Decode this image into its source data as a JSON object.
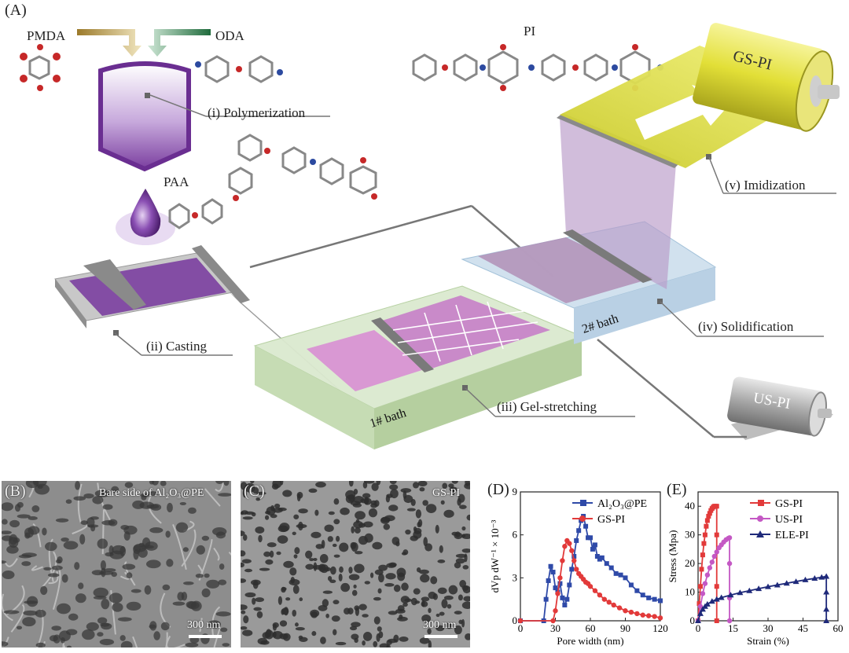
{
  "panelA": {
    "label": "(A)",
    "reagents": {
      "left": "PMDA",
      "right": "ODA"
    },
    "polymer_top": "PI",
    "intermediate": "PAA",
    "steps": [
      "(i) Polymerization",
      "(ii) Casting",
      "(iii) Gel-stretching",
      "(iv) Solidification",
      "(v) Imidization"
    ],
    "baths": [
      "1# bath",
      "2# bath"
    ],
    "rolls": [
      "GS-PI",
      "US-PI"
    ],
    "colors": {
      "purple": "#7b3fa0",
      "yellow": "#d8d83a",
      "bath1": "#cfe3c3",
      "bath2": "#bcd6ea",
      "gray": "#7a7a7a"
    }
  },
  "panelB": {
    "label": "(B)",
    "caption": "Bare side of Al₂O₃@PE",
    "scale": "300 nm"
  },
  "panelC": {
    "label": "(C)",
    "caption": "GS-PI",
    "scale": "300 nm"
  },
  "panelD": {
    "label": "(D)",
    "chart_data": {
      "type": "line",
      "xlabel": "Pore width (nm)",
      "ylabel": "dVp dW⁻¹ × 10⁻³",
      "xlim": [
        0,
        120
      ],
      "ylim": [
        0,
        9
      ],
      "xticks": [
        0,
        30,
        60,
        90,
        120
      ],
      "yticks": [
        0,
        3,
        6,
        9
      ],
      "legend": "top-right",
      "series": [
        {
          "name": "Al₂O₃@PE",
          "color": "#2f4aa8",
          "marker": "square",
          "x": [
            0,
            20,
            22,
            24,
            26,
            28,
            30,
            32,
            34,
            36,
            38,
            40,
            42,
            44,
            46,
            48,
            50,
            52,
            54,
            56,
            58,
            60,
            62,
            64,
            66,
            68,
            70,
            74,
            78,
            82,
            86,
            90,
            95,
            100,
            105,
            110,
            115,
            120
          ],
          "y": [
            0,
            0,
            1.5,
            2.8,
            3.8,
            3.4,
            2.3,
            2.0,
            2.6,
            1.6,
            1.1,
            1.5,
            2.5,
            3.6,
            4.5,
            5.6,
            6.3,
            7.0,
            7.3,
            6.6,
            5.8,
            5.8,
            5.0,
            5.3,
            4.5,
            4.3,
            4.4,
            4.0,
            3.7,
            3.3,
            3.2,
            3.0,
            2.5,
            2.1,
            1.8,
            1.6,
            1.5,
            1.4
          ]
        },
        {
          "name": "GS-PI",
          "color": "#e23a3a",
          "marker": "circle",
          "x": [
            0,
            28,
            30,
            32,
            34,
            36,
            38,
            40,
            42,
            44,
            46,
            48,
            50,
            52,
            54,
            56,
            58,
            60,
            64,
            68,
            72,
            76,
            80,
            85,
            90,
            95,
            100,
            105,
            110,
            115,
            120
          ],
          "y": [
            0,
            0,
            0.7,
            1.9,
            3.0,
            4.2,
            5.2,
            5.6,
            5.4,
            4.9,
            4.2,
            3.6,
            3.3,
            3.1,
            2.9,
            2.7,
            2.6,
            2.4,
            2.1,
            1.8,
            1.5,
            1.3,
            1.1,
            0.9,
            0.7,
            0.6,
            0.5,
            0.4,
            0.35,
            0.3,
            0.2
          ]
        }
      ]
    }
  },
  "panelE": {
    "label": "(E)",
    "chart_data": {
      "type": "line",
      "xlabel": "Strain (%)",
      "ylabel": "Stress (Mpa)",
      "xlim": [
        0,
        60
      ],
      "ylim": [
        0,
        45
      ],
      "xticks": [
        0,
        15,
        30,
        45,
        60
      ],
      "yticks": [
        0,
        10,
        20,
        30,
        40
      ],
      "legend": "top-right",
      "series": [
        {
          "name": "GS-PI",
          "color": "#e23a3a",
          "marker": "square",
          "x": [
            0,
            0.5,
            1,
            1.5,
            2,
            2.5,
            3,
            3.5,
            4,
            4.5,
            5,
            5.5,
            6,
            6.5,
            7,
            7.5,
            8,
            8,
            8,
            8
          ],
          "y": [
            0,
            6,
            12,
            18,
            23,
            27,
            30,
            33,
            35,
            36.5,
            37.5,
            38.5,
            39.2,
            39.7,
            40,
            40,
            40,
            30,
            12,
            0
          ]
        },
        {
          "name": "US-PI",
          "color": "#c458c4",
          "marker": "circle",
          "x": [
            0,
            1,
            2,
            3,
            4,
            5,
            6,
            7,
            8,
            9,
            10,
            11,
            12,
            13,
            13.5,
            13.5,
            13.5,
            13.5
          ],
          "y": [
            0,
            5,
            9.5,
            13,
            16,
            18.5,
            20.5,
            22.5,
            24,
            25.5,
            26.5,
            27.5,
            28.3,
            28.8,
            29,
            20,
            8,
            0
          ]
        },
        {
          "name": "ELE-PI",
          "color": "#1f2a7a",
          "marker": "triangle",
          "x": [
            0,
            1,
            2,
            3,
            4,
            6,
            8,
            10,
            14,
            18,
            22,
            26,
            30,
            34,
            38,
            42,
            46,
            50,
            53,
            55,
            55,
            55,
            55
          ],
          "y": [
            0,
            2.5,
            4,
            5,
            5.8,
            6.8,
            7.5,
            8.1,
            9,
            9.8,
            10.5,
            11.2,
            11.9,
            12.5,
            13.1,
            13.7,
            14.3,
            14.8,
            15.2,
            15.5,
            10,
            4,
            0
          ]
        }
      ]
    }
  }
}
